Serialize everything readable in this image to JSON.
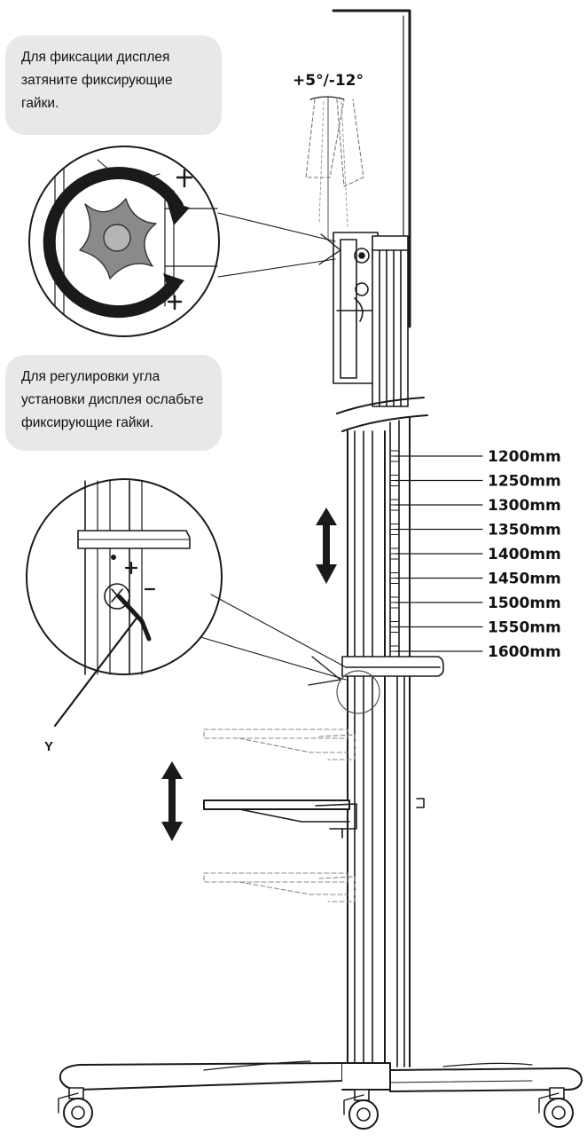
{
  "callouts": [
    {
      "lines": [
        "Для фиксации дисплея",
        "затяните фиксирующие",
        "гайки."
      ]
    },
    {
      "lines": [
        "Для регулировки угла",
        "установки дисплея ослабьте",
        "фиксирующие гайки."
      ]
    }
  ],
  "tilt_range": "+5°/-12°",
  "height_labels": [
    "1200mm",
    "1250mm",
    "1300mm",
    "1350mm",
    "1400mm",
    "1450mm",
    "1500mm",
    "1550mm",
    "1600mm"
  ],
  "knob_label": "Y",
  "plus_sign": "+",
  "minus_sign": "-",
  "colors": {
    "line": "#1a1a1a",
    "callout_bg": "#e8e8e8",
    "knob": "#8a8a8a"
  }
}
